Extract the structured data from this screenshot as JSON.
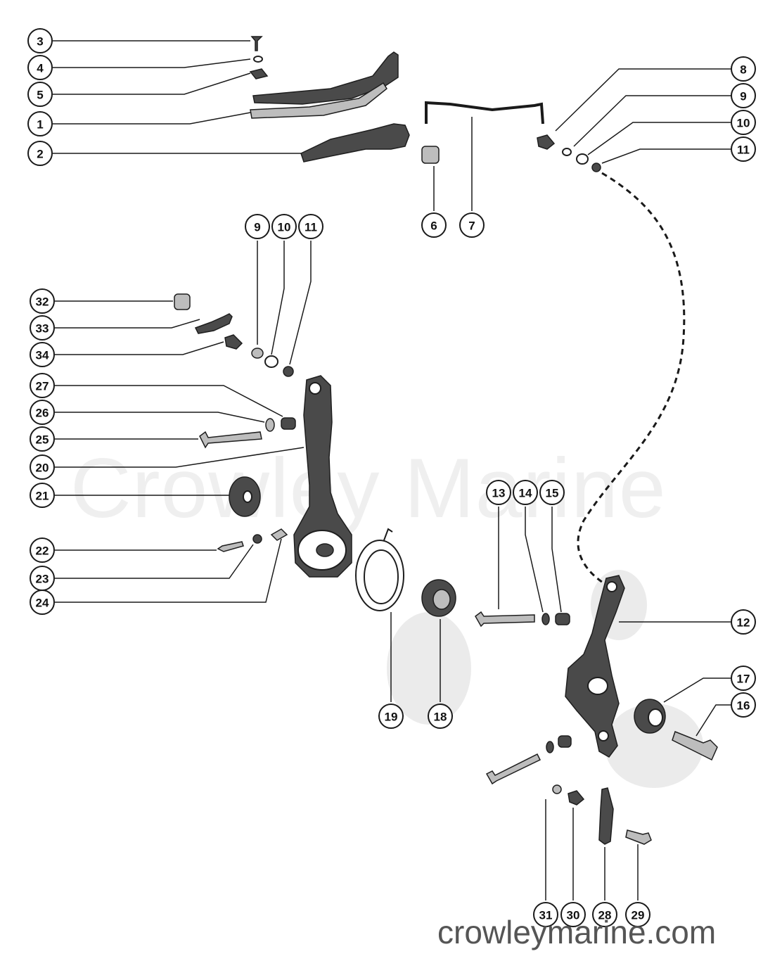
{
  "watermark": "Crowley Marine",
  "site_url": "crowleymarine.com",
  "callouts": [
    "1",
    "2",
    "3",
    "4",
    "5",
    "6",
    "7",
    "8",
    "9",
    "10",
    "11",
    "12",
    "13",
    "14",
    "15",
    "16",
    "17",
    "18",
    "19",
    "20",
    "21",
    "22",
    "23",
    "24",
    "25",
    "26",
    "27",
    "28",
    "29",
    "30",
    "31",
    "32",
    "33",
    "34",
    "9",
    "10",
    "11"
  ]
}
